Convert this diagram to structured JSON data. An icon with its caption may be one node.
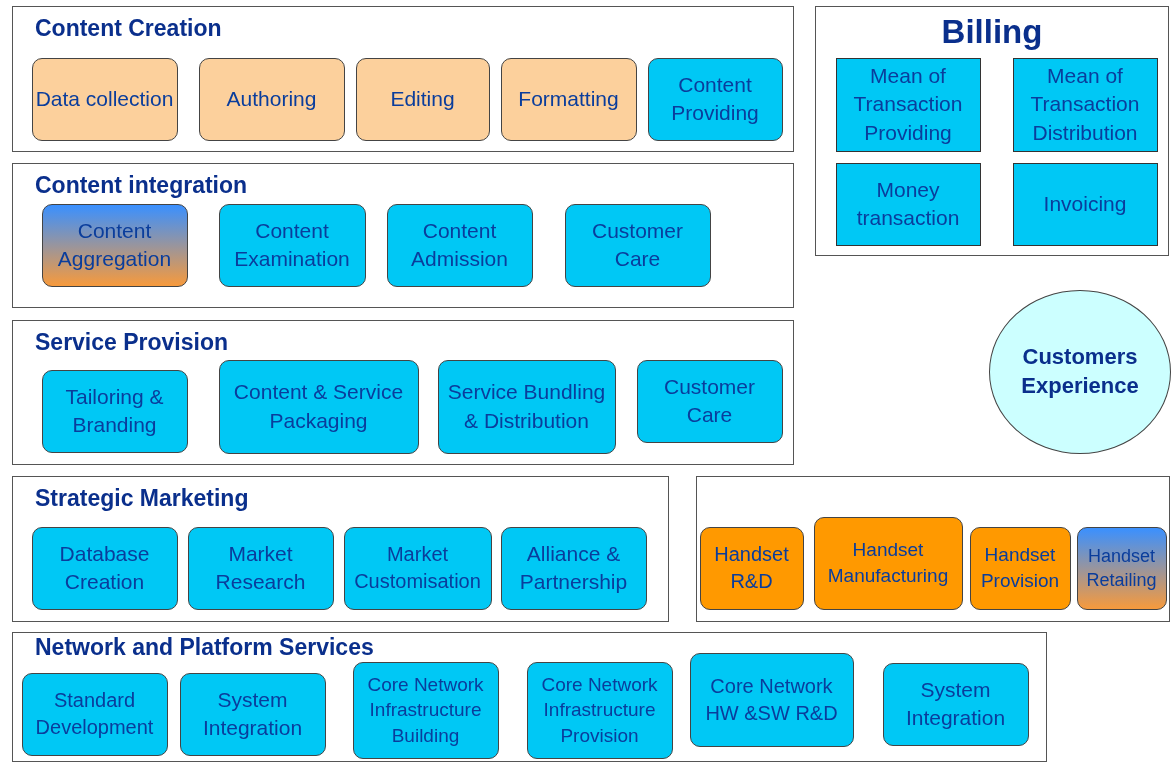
{
  "diagram": {
    "nodes": [
      {
        "text": [
          "Content Creation"
        ]
      },
      {
        "text": [
          "Data collection"
        ],
        "in": 0
      },
      {
        "text": [
          "Authoring"
        ],
        "in": 0
      },
      {
        "text": [
          "Editing"
        ],
        "in": 0
      },
      {
        "text": [
          "Formatting"
        ],
        "in": 0
      },
      {
        "text": [
          "Content Providing"
        ],
        "in": 0
      },
      {
        "text": [
          "Content integration"
        ]
      },
      {
        "text": [
          "Content Aggregation"
        ],
        "in": 6
      },
      {
        "text": [
          "Content Examination"
        ],
        "in": 6
      },
      {
        "text": [
          "Content Admission"
        ],
        "in": 6
      },
      {
        "text": [
          "Customer Care"
        ],
        "in": 6
      },
      {
        "text": [
          "Service Provision"
        ]
      },
      {
        "text": [
          "Tailoring & Branding"
        ],
        "in": 11
      },
      {
        "text": [
          "Content & Service Packaging"
        ],
        "in": 11
      },
      {
        "text": [
          "Service Bundling & Distribution"
        ],
        "in": 11
      },
      {
        "text": [
          "Customer Care"
        ],
        "in": 11
      },
      {
        "text": [
          "Strategic Marketing"
        ]
      },
      {
        "text": [
          "Database Creation"
        ],
        "in": 16
      },
      {
        "text": [
          "Market Research"
        ],
        "in": 16
      },
      {
        "text": [
          "Market Customisation"
        ],
        "in": 16
      },
      {
        "text": [
          "Alliance & Partnership"
        ],
        "in": 16
      },
      {
        "text": [],
        "shape": "box"
      },
      {
        "text": [
          "Handset R&D"
        ],
        "in": 21
      },
      {
        "text": [
          "Handset Manufacturing"
        ],
        "in": 21
      },
      {
        "text": [
          "Handset Provision"
        ],
        "in": 21
      },
      {
        "text": [
          "Handset Retailing"
        ],
        "in": 21
      },
      {
        "text": [
          "Network and Platform Services"
        ]
      },
      {
        "text": [
          "Standard Development"
        ],
        "in": 26
      },
      {
        "text": [
          "System Integration"
        ],
        "in": 26
      },
      {
        "text": [
          "Core Network Infrastructure Building"
        ],
        "in": 26
      },
      {
        "text": [
          "Core Network Infrastructure Provision"
        ],
        "in": 26
      },
      {
        "text": [
          "Core Network HW &SW R&D"
        ],
        "in": 26
      },
      {
        "text": [
          "System Integration"
        ],
        "in": 26
      },
      {
        "text": [
          "Billing"
        ]
      },
      {
        "text": [
          "Mean of Transaction Providing"
        ],
        "in": 33
      },
      {
        "text": [
          "Mean of Transaction Distribution"
        ],
        "in": 33
      },
      {
        "text": [
          "Money transaction"
        ],
        "in": 33
      },
      {
        "text": [
          "Invoicing"
        ],
        "in": 33
      },
      {
        "text": [
          "Customers Experience"
        ]
      }
    ],
    "edges": []
  }
}
